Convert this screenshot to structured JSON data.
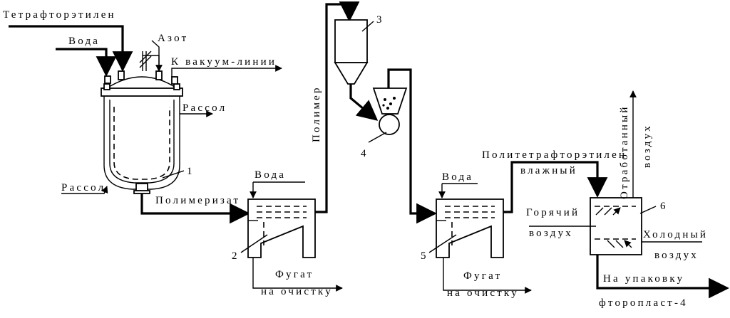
{
  "labels": {
    "tfe": "Тетрафторэтилен",
    "water1": "Вода",
    "nitrogen": "Азот",
    "vacuum": "К вакуум-линии",
    "brine_out": "Рассол",
    "brine_in": "Рассол",
    "polymerizate": "Полимеризат",
    "water2": "Вода",
    "filtrate1": "Фугат",
    "to_cleaning1": "на очистку",
    "polymer": "Полимер",
    "water3": "Вода",
    "filtrate2": "Фугат",
    "to_cleaning2": "на очистку",
    "ptfe_wet_1": "Политетрафторэтилен",
    "ptfe_wet_2": "влажный",
    "spent_air_1": "Отработанный",
    "spent_air_2": "воздух",
    "hot_air_1": "Горячий",
    "hot_air_2": "воздух",
    "cold_air_1": "Холодный",
    "cold_air_2": "воздух",
    "packing": "На упаковку",
    "product": "фторопласт-4"
  },
  "numbers": {
    "n1": "1",
    "n2": "2",
    "n3": "3",
    "n4": "4",
    "n5": "5",
    "n6": "6"
  }
}
